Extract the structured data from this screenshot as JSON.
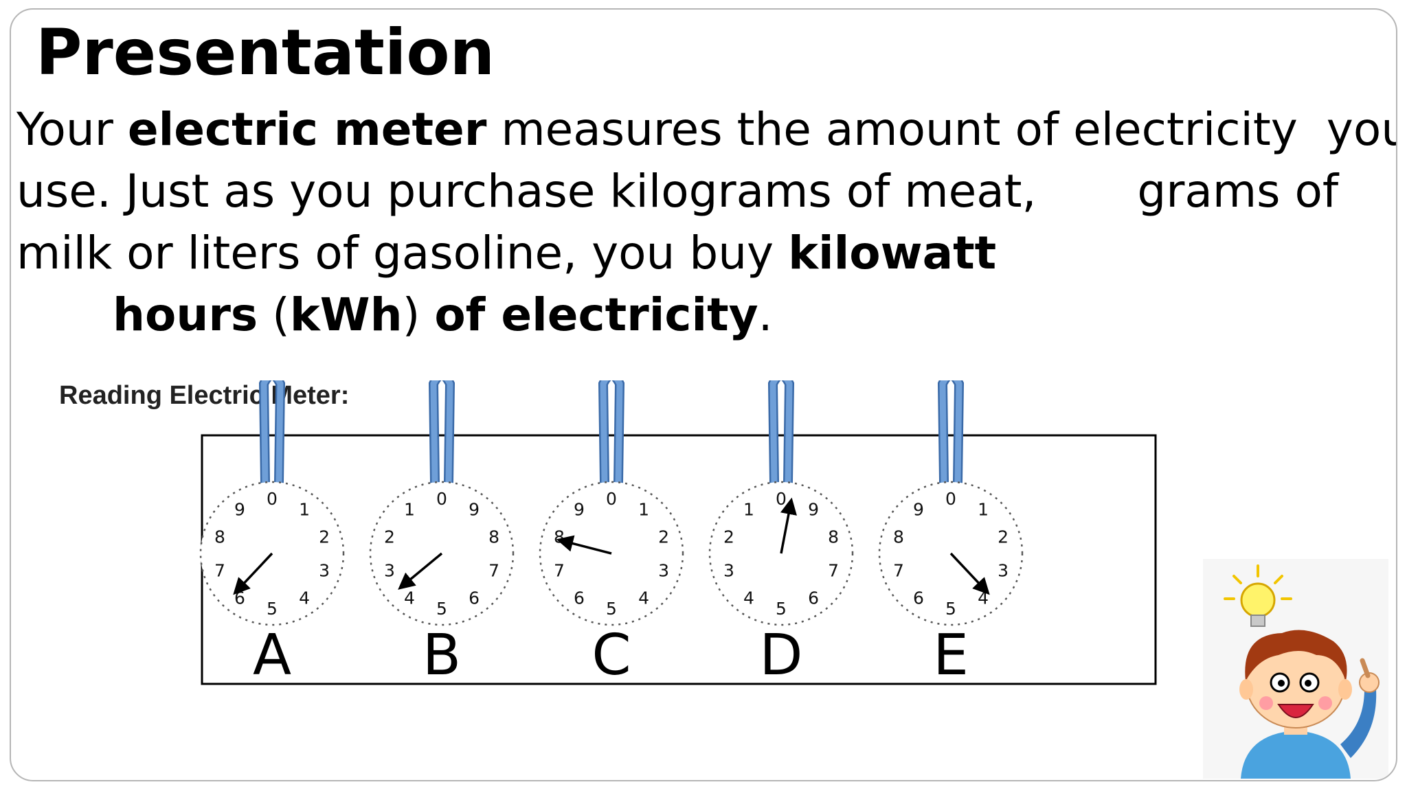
{
  "slide": {
    "title": "Presentation",
    "paragraph": {
      "line1": {
        "pre": "Your ",
        "bold": "electric meter",
        "post": " measures the amount of electricity  you"
      },
      "line2": "use. Just as you purchase kilograms of meat,       grams of",
      "line3": {
        "pre": "milk or liters of gasoline, you buy ",
        "bold": "kilowatt"
      },
      "line4": {
        "bold1": "hours",
        "mid1": " (",
        "bold2": "kWh",
        "mid2": ") ",
        "bold3": "of electricity",
        "end": "."
      }
    }
  },
  "meter": {
    "heading": "Reading Electric Meter:",
    "dials": [
      {
        "letter": "A",
        "numbers": [
          "0",
          "1",
          "2",
          "3",
          "4",
          "5",
          "6",
          "7",
          "8",
          "9"
        ],
        "direction": "clockwise",
        "pointer": 6.2
      },
      {
        "letter": "B",
        "numbers": [
          "0",
          "9",
          "8",
          "7",
          "6",
          "5",
          "4",
          "3",
          "2",
          "1"
        ],
        "direction": "counterclockwise",
        "pointer": 3.6
      },
      {
        "letter": "C",
        "numbers": [
          "0",
          "1",
          "2",
          "3",
          "4",
          "5",
          "6",
          "7",
          "8",
          "9"
        ],
        "direction": "clockwise",
        "pointer": 7.9
      },
      {
        "letter": "D",
        "numbers": [
          "0",
          "9",
          "8",
          "7",
          "6",
          "5",
          "4",
          "3",
          "2",
          "1"
        ],
        "direction": "counterclockwise",
        "pointer": 9.7
      },
      {
        "letter": "E",
        "numbers": [
          "0",
          "1",
          "2",
          "3",
          "4",
          "5",
          "6",
          "7",
          "8",
          "9"
        ],
        "direction": "clockwise",
        "pointer": 3.8
      }
    ]
  },
  "colors": {
    "text": "#000000",
    "border": "#b5b5b5",
    "wire": "#6f9fd8",
    "wire_edge": "#3a6aa8"
  },
  "icons": {
    "cartoon": "boy-with-idea-lightbulb"
  }
}
